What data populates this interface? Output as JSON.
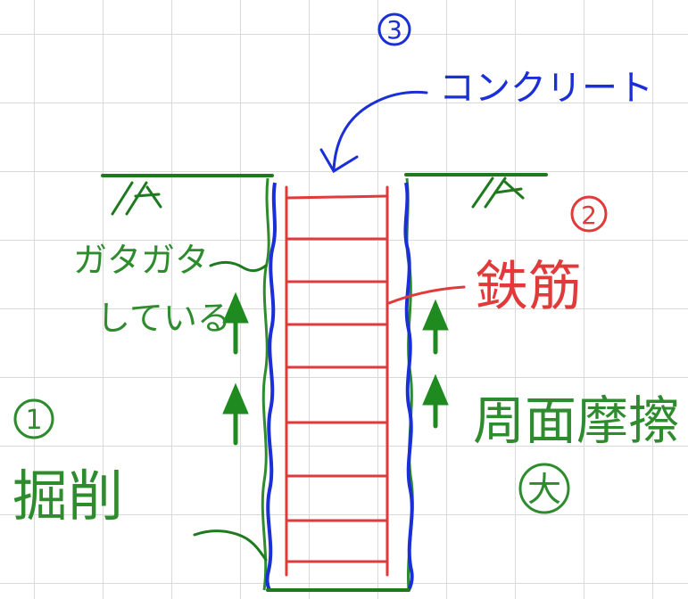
{
  "labels": {
    "step3_number": "3",
    "step3_text": "コンクリート",
    "step2_number": "2",
    "step2_text": "鉄筋",
    "step1_number": "1",
    "step1_text": "掘削",
    "loose_line1": "ガタガタ",
    "loose_line2": "している",
    "friction_text": "周面摩擦",
    "friction_size": "大"
  },
  "colors": {
    "ground": "#1f7a1f",
    "annotation_green": "#2e8b2e",
    "rebar": "#e03a3a",
    "concrete_blue": "#1a2fd6",
    "grid": "#d9d9d9"
  }
}
